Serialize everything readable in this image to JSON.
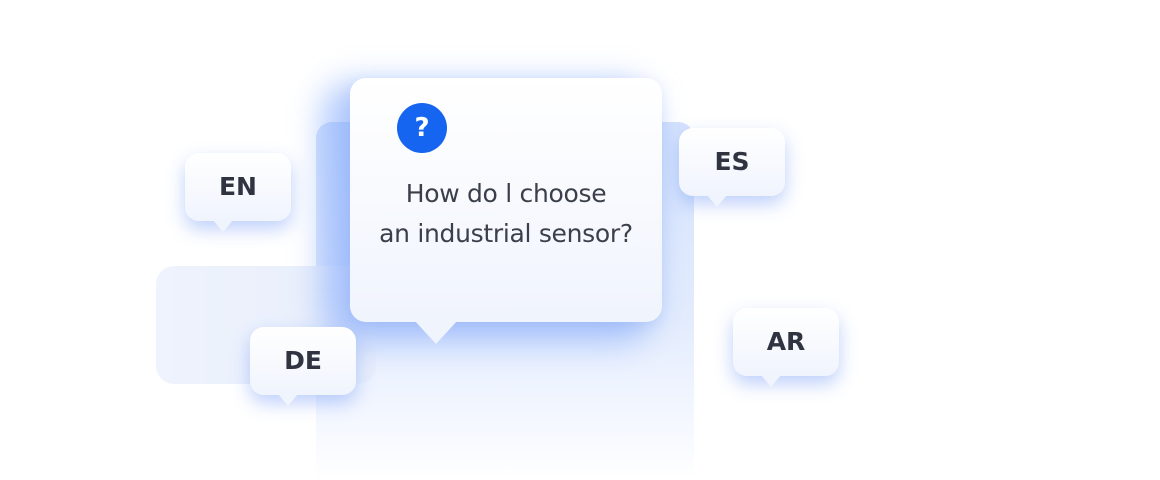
{
  "question_card": {
    "icon": "question-circle-icon",
    "icon_glyph": "?",
    "line1": "How do l choose",
    "line2": "an industrial sensor?"
  },
  "languages": {
    "en": "EN",
    "es": "ES",
    "de": "DE",
    "ar": "AR"
  },
  "colors": {
    "accent": "#1565f0",
    "glow": "#76a0fc",
    "text": "#3a3f4a"
  }
}
